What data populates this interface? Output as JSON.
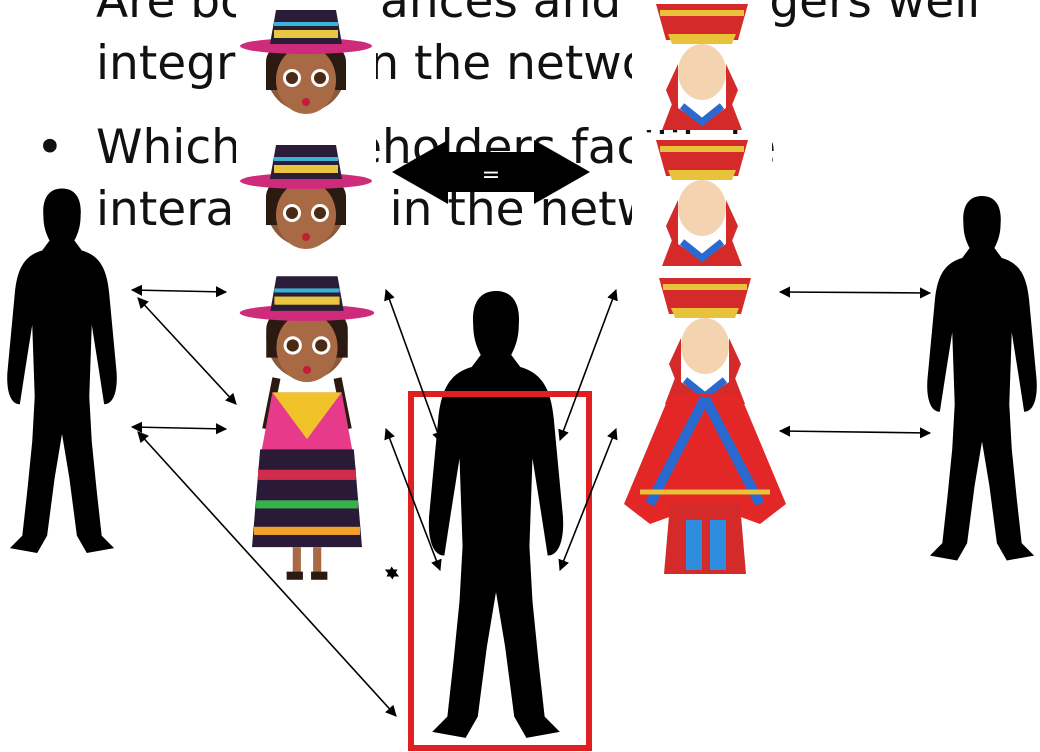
{
  "slide": {
    "lines": [
      "Are both alliances and managers well",
      "integrated in the network?",
      "Which stakeholders facilitate",
      "interactions in the network?"
    ],
    "bullet_glyph": "•",
    "equals_label": "="
  },
  "figures": {
    "woman_icon": "cholita-woman-figure",
    "man_icon": "inca-man-figure",
    "silhouette_icon": "person-silhouette"
  },
  "colors": {
    "highlight_box": "#e02020",
    "silhouette": "#000000",
    "arrow": "#000000"
  }
}
